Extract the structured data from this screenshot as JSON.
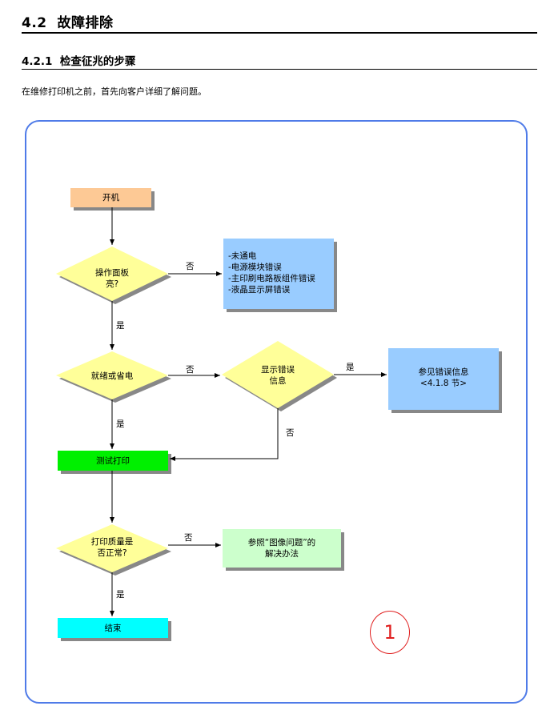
{
  "section": {
    "number": "4.2",
    "title": "故障排除"
  },
  "subsection": {
    "number": "4.2.1",
    "title": "检查征兆的步骤"
  },
  "intro": "在维修打印机之前，首先向客户详细了解问题。",
  "flow": {
    "start": "开机",
    "panel_lit": [
      "操作面板",
      "亮?"
    ],
    "panel_errors": [
      "-未通电",
      "-电源模块错误",
      "-主印刷电路板组件错误",
      "-液晶显示屏错误"
    ],
    "ready": "就绪或省电",
    "show_error": [
      "显示错误",
      "信息"
    ],
    "see_error": [
      "参见错误信息",
      "<4.1.8 节>"
    ],
    "test_print": "测试打印",
    "quality_ok": [
      "打印质量是",
      "否正常?"
    ],
    "image_issue": [
      "参照“图像问题”的",
      "解决办法"
    ],
    "end": "结束",
    "yes": "是",
    "no": "否"
  },
  "marker": "1",
  "colors": {
    "start": "#fdc995",
    "decision": "#ffff99",
    "error_box": "#99ccff",
    "test_print": "#00f000",
    "image_issue": "#ccffcc",
    "end": "#00ffff",
    "frame": "#4f7be8",
    "marker": "#e02020"
  }
}
